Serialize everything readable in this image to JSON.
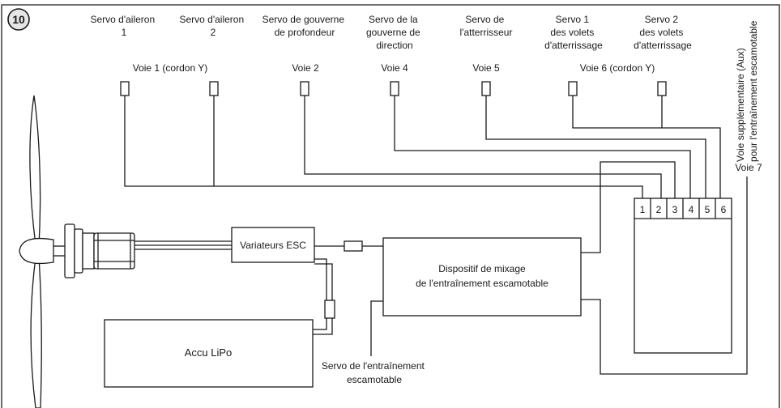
{
  "figure_number": "10",
  "servos": [
    {
      "lines": [
        "Servo d'aileron",
        "1"
      ]
    },
    {
      "lines": [
        "Servo d'aileron",
        "2"
      ]
    },
    {
      "lines": [
        "Servo de gouverne",
        "de profondeur"
      ]
    },
    {
      "lines": [
        "Servo de la",
        "gouverne de",
        "direction"
      ]
    },
    {
      "lines": [
        "Servo de",
        "l'atterrisseur"
      ]
    },
    {
      "lines": [
        "Servo 1",
        "des volets",
        "d'atterrissage"
      ]
    },
    {
      "lines": [
        "Servo 2",
        "des volets",
        "d'atterrissage"
      ]
    }
  ],
  "channels": {
    "ch1": "Voie 1 (cordon Y)",
    "ch2": "Voie 2",
    "ch4": "Voie 4",
    "ch5": "Voie 5",
    "ch6": "Voie 6 (cordon Y)"
  },
  "aux_channel": {
    "line1": "Voie supplémentaire (Aux)",
    "line2": "pour l'entraînement escamotable",
    "line3": "Voie 7"
  },
  "receiver_ports": [
    "1",
    "2",
    "3",
    "4",
    "5",
    "6"
  ],
  "esc_label": "Variateurs ESC",
  "mixer_label": [
    "Dispositif de mixage",
    "de l'entraînement escamotable"
  ],
  "battery_label": "Accu LiPo",
  "retract_servo_label": [
    "Servo de l'entraînement",
    "escamotable"
  ]
}
